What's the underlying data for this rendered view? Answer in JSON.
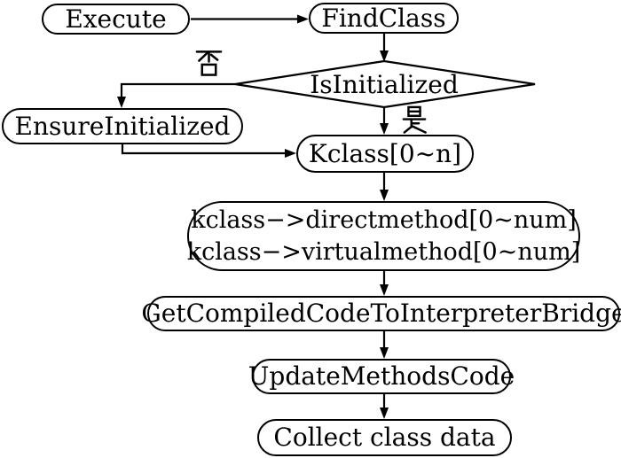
{
  "diagram": {
    "kind": "flowchart",
    "colors": {
      "stroke": "#000000",
      "background": "#ffffff",
      "text": "#000000"
    },
    "nodes": {
      "execute": {
        "label": "Execute",
        "shape": "stadium"
      },
      "findclass": {
        "label": "FindClass",
        "shape": "stadium"
      },
      "isinitialized": {
        "label": "IsInitialized",
        "shape": "diamond"
      },
      "ensureinitialized": {
        "label": "EnsureInitialized",
        "shape": "stadium"
      },
      "kclass": {
        "label": "Kclass[0~n]",
        "shape": "stadium"
      },
      "methods": {
        "line1": "kclass−>directmethod[0~num]",
        "line2": "kclass−>virtualmethod[0~num]",
        "shape": "stadium"
      },
      "getbridge": {
        "label": "GetCompiledCodeToInterpreterBridge",
        "shape": "stadium"
      },
      "updatemethods": {
        "label": "UpdateMethodsCode",
        "shape": "stadium"
      },
      "collect": {
        "label": "Collect class data",
        "shape": "stadium"
      }
    },
    "edge_labels": {
      "no": "否",
      "yes": "是"
    },
    "edges": [
      {
        "from": "Execute",
        "to": "FindClass"
      },
      {
        "from": "FindClass",
        "to": "IsInitialized"
      },
      {
        "from": "IsInitialized",
        "to": "EnsureInitialized",
        "label": "否"
      },
      {
        "from": "IsInitialized",
        "to": "Kclass[0~n]",
        "label": "是"
      },
      {
        "from": "EnsureInitialized",
        "to": "Kclass[0~n]"
      },
      {
        "from": "Kclass[0~n]",
        "to": "kclass−>directmethod[0~num] / kclass−>virtualmethod[0~num]"
      },
      {
        "from": "kclass−>directmethod[0~num] / kclass−>virtualmethod[0~num]",
        "to": "GetCompiledCodeToInterpreterBridge"
      },
      {
        "from": "GetCompiledCodeToInterpreterBridge",
        "to": "UpdateMethodsCode"
      },
      {
        "from": "UpdateMethodsCode",
        "to": "Collect class data"
      }
    ]
  }
}
